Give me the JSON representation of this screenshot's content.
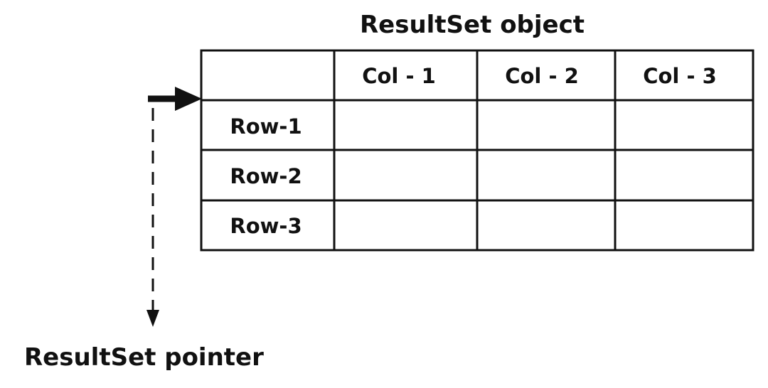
{
  "title": "ResultSet object",
  "pointer_label": "ResultSet pointer",
  "columns": [
    "Col - 1",
    "Col - 2",
    "Col - 3"
  ],
  "rows": [
    "Row-1",
    "Row-2",
    "Row-3"
  ],
  "colors": {
    "ink": "#111111",
    "background": "#ffffff"
  }
}
